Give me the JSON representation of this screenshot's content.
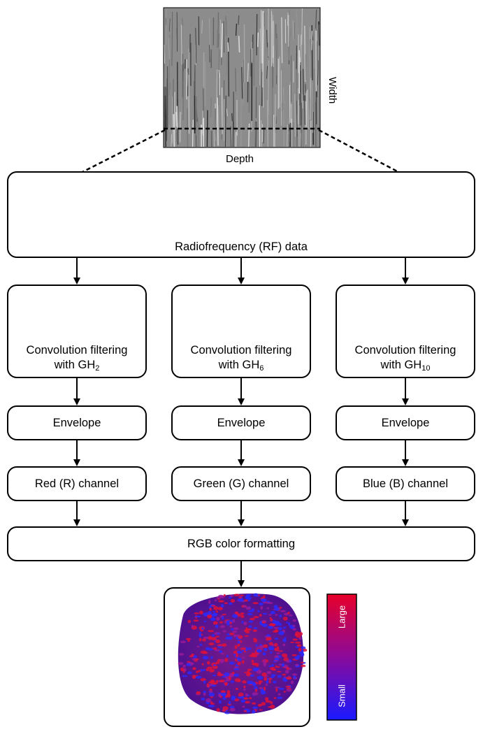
{
  "rf_image": {
    "width_label": "Width",
    "depth_label": "Depth"
  },
  "rf_data": {
    "label": "Radiofrequency (RF) data"
  },
  "channels": [
    {
      "filter_line1": "Convolution filtering",
      "filter_prefix": "with GH",
      "order": "2",
      "envelope": "Envelope",
      "channel_label": "Red (R) channel",
      "color": "#ff0000"
    },
    {
      "filter_line1": "Convolution filtering",
      "filter_prefix": "with GH",
      "order": "6",
      "envelope": "Envelope",
      "channel_label": "Green (G) channel",
      "color": "#1a7f3a"
    },
    {
      "filter_line1": "Convolution filtering",
      "filter_prefix": "with GH",
      "order": "10",
      "envelope": "Envelope",
      "channel_label": "Blue (B) channel",
      "color": "#0000ff"
    }
  ],
  "rgb": {
    "label": "RGB color formatting"
  },
  "colorbar": {
    "large_label": "Large",
    "small_label": "Small",
    "top_color": "#e8002a",
    "bottom_color": "#1a1aff"
  }
}
